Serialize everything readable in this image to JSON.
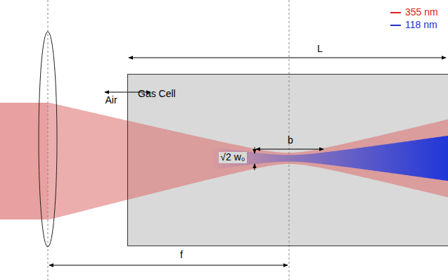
{
  "diagram": {
    "nodes": [
      {
        "text": [
          "Gas Cell"
        ]
      }
    ],
    "labels": [
      "L",
      "Air",
      "b",
      "√2 w₀",
      "f"
    ],
    "legend": [
      {
        "text": "355 nm"
      },
      {
        "text": "118 nm"
      }
    ]
  }
}
